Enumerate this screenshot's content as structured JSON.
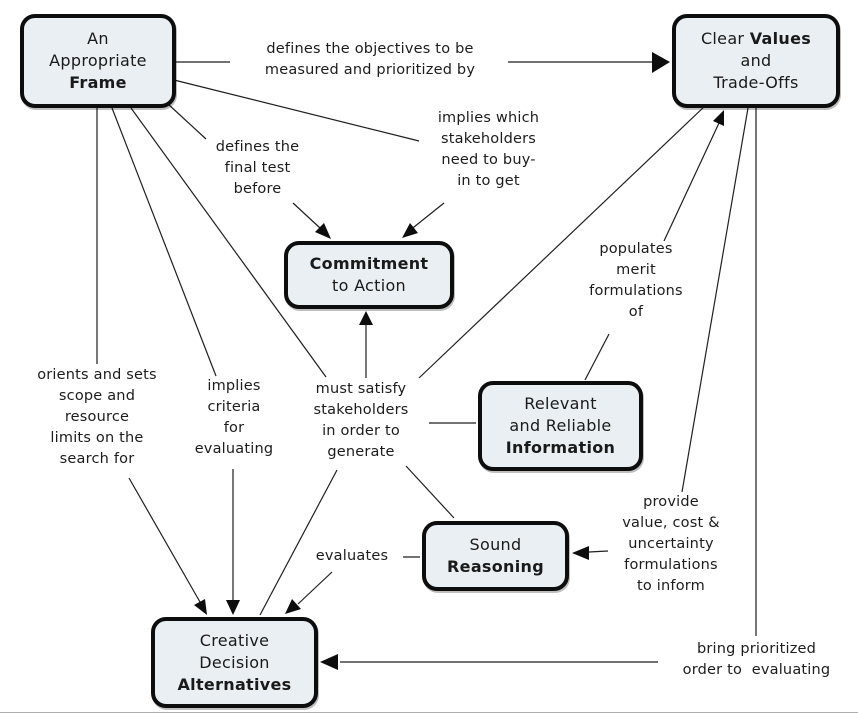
{
  "diagram": {
    "type": "concept-map",
    "colors": {
      "background": "#ffffff",
      "node_fill": "#e9eff2",
      "node_border": "#0d0d0d",
      "line": "#1f1f1f",
      "text": "#1a1a1a"
    },
    "nodes": {
      "frame": {
        "line1": "An",
        "line2": "Appropriate",
        "line3_bold": "Frame"
      },
      "values": {
        "line1_pre": "Clear ",
        "line1_bold": "Values",
        "line2": "and",
        "line3": "Trade-Offs"
      },
      "commitment": {
        "line1_bold": "Commitment",
        "line2": "to Action"
      },
      "information": {
        "line1": "Relevant",
        "line2": "and Reliable",
        "line3_bold": "Information"
      },
      "reasoning": {
        "line1": "Sound",
        "line2_bold": "Reasoning"
      },
      "alternatives": {
        "line1": "Creative",
        "line2": "Decision",
        "line3_bold": "Alternatives"
      }
    },
    "links": {
      "defines_objectives": {
        "label": "defines the objectives to be\nmeasured and prioritized by",
        "from": "An Appropriate Frame",
        "to": "Clear Values and Trade-Offs"
      },
      "implies_stakeholders": {
        "label": "implies which\nstakeholders\nneed to buy-\nin to get",
        "from": "An Appropriate Frame",
        "to": "Commitment to Action"
      },
      "defines_final_test": {
        "label": "defines the\nfinal test\nbefore",
        "from": "An Appropriate Frame",
        "to": "Commitment to Action"
      },
      "orients_scope": {
        "label": "orients and sets\nscope and\nresource\nlimits on the\nsearch for",
        "from": "An Appropriate Frame",
        "to": "Creative Decision Alternatives"
      },
      "implies_criteria": {
        "label": "implies\ncriteria\nfor\nevaluating",
        "from": "An Appropriate Frame",
        "to": "Creative Decision Alternatives"
      },
      "must_satisfy": {
        "label": "must satisfy\nstakeholders\nin order to\ngenerate",
        "from": "An Appropriate Frame; Clear Values and Trade-Offs; Relevant and Reliable Information; Sound Reasoning; Creative Decision Alternatives",
        "to": "Commitment to Action"
      },
      "populates": {
        "label": "populates\nmerit\nformulations\nof",
        "from": "Relevant and Reliable Information",
        "to": "Clear Values and Trade-Offs"
      },
      "provide_formulations": {
        "label": "provide\nvalue, cost &\nuncertainty\nformulations\nto inform",
        "from": "Clear Values and Trade-Offs",
        "to": "Sound Reasoning"
      },
      "evaluates": {
        "label": "evaluates",
        "from": "Sound Reasoning",
        "to": "Creative Decision Alternatives"
      },
      "bring_order": {
        "label": "bring prioritized\norder to  evaluating",
        "from": "Clear Values and Trade-Offs",
        "to": "Creative Decision Alternatives"
      }
    }
  }
}
